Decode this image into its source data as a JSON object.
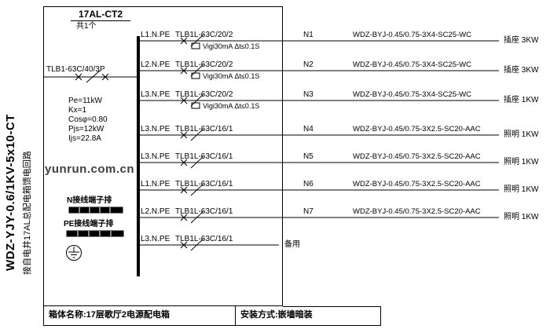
{
  "drawing": {
    "title": "17AL-CT2",
    "count": "共1个",
    "incoming_breaker": "TLB1-63C/40/3P",
    "params": [
      "Pe=11kW",
      "Kx=1",
      "Cosφ=0.80",
      "Pjs=12kW",
      "Ijs=22.8A"
    ],
    "n_terminal_label": "N接线端子排",
    "pe_terminal_label": "PE接线端子排",
    "watermark": "yunrun.com.cn",
    "feeder_cable": "WDZ-YJY-0.6/1KV-5x10-CT",
    "feeder_desc": "接自电井17AL总配电箱馈电回路"
  },
  "circuits": [
    {
      "phase": "L1.N.PE",
      "breaker": "TLB1L-63C/20/2",
      "rcd": "Vigi30mA Δt≤0.1S",
      "no": "N1",
      "cable": "WDZ-BYJ-0.45/0.75-3X4-SC25-WC",
      "load": "插座 3KW"
    },
    {
      "phase": "L2.N.PE",
      "breaker": "TLB1L-63C/20/2",
      "rcd": "Vigi30mA Δt≤0.1S",
      "no": "N2",
      "cable": "WDZ-BYJ-0.45/0.75-3X4-SC25-WC",
      "load": "插座 3KW"
    },
    {
      "phase": "L3.N.PE",
      "breaker": "TLB1L-63C/20/2",
      "rcd": "Vigi30mA Δt≤0.1S",
      "no": "N3",
      "cable": "WDZ-BYJ-0.45/0.75-3X4-SC25-WC",
      "load": "插座 1KW"
    },
    {
      "phase": "L3.N.PE",
      "breaker": "TLB1L-63C/16/1",
      "no": "N4",
      "cable": "WDZ-BYJ-0.45/0.75-3X2.5-SC20-AAC",
      "load": "照明 1KW"
    },
    {
      "phase": "L3.N.PE",
      "breaker": "TLB1L-63C/16/1",
      "no": "N5",
      "cable": "WDZ-BYJ-0.45/0.75-3X2.5-SC20-AAC",
      "load": "照明 1KW"
    },
    {
      "phase": "L1.N.PE",
      "breaker": "TLB1L-63C/16/1",
      "no": "N6",
      "cable": "WDZ-BYJ-0.45/0.75-3X2.5-SC20-AAC",
      "load": "照明 1KW"
    },
    {
      "phase": "L2.N.PE",
      "breaker": "TLB1L-63C/16/1",
      "no": "N7",
      "cable": "WDZ-BYJ-0.45/0.75-3X2.5-SC20-AAC",
      "load": "照明 1KW"
    },
    {
      "phase": "L3.N.PE",
      "breaker": "TLB1L-63C/16/1",
      "no": "备用"
    }
  ],
  "footer": {
    "box_name": "箱体名称:17层歌厅2电源配电箱",
    "install_method": "安装方式:嵌墙暗装"
  }
}
